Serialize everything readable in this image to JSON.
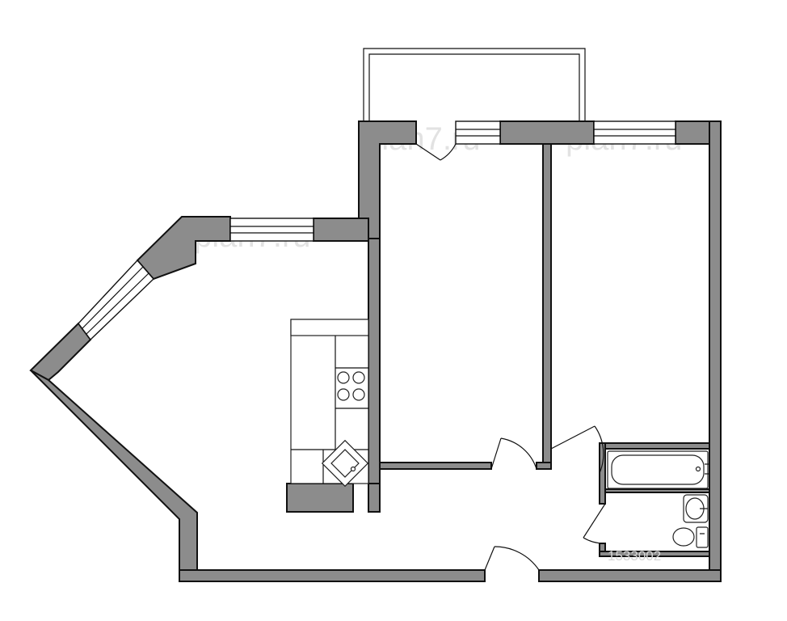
{
  "watermarks": [
    "plan7.ru",
    "plan7.ru",
    "plan7.ru"
  ],
  "listing_id": "1533002",
  "colors": {
    "wall": "#8c8c8c",
    "outline": "#111111",
    "background": "#ffffff"
  }
}
